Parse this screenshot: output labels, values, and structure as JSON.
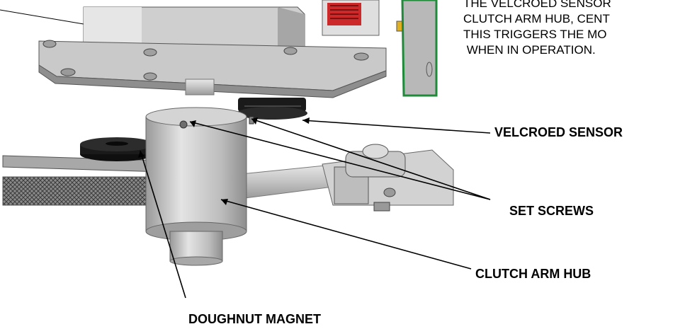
{
  "description_note": {
    "lines": [
      "THE VELCROED SENSOR",
      "CLUTCH ARM HUB, CENT",
      "THIS TRIGGERS THE MO",
      " WHEN IN OPERATION."
    ]
  },
  "callouts": {
    "velcroed_sensor": "VELCROED SENSOR",
    "set_screws": "SET SCREWS",
    "clutch_arm_hub": "CLUTCH ARM HUB",
    "doughnut_magnet": "DOUGHNUT MAGNET"
  },
  "colors": {
    "metal_light": "#d9d9d9",
    "metal_mid": "#bdbdbd",
    "metal_dark": "#8c8c8c",
    "rubber_black": "#1a1a1a",
    "pcb_green": "#1f8a3a",
    "red_component": "#cc2a2a"
  }
}
